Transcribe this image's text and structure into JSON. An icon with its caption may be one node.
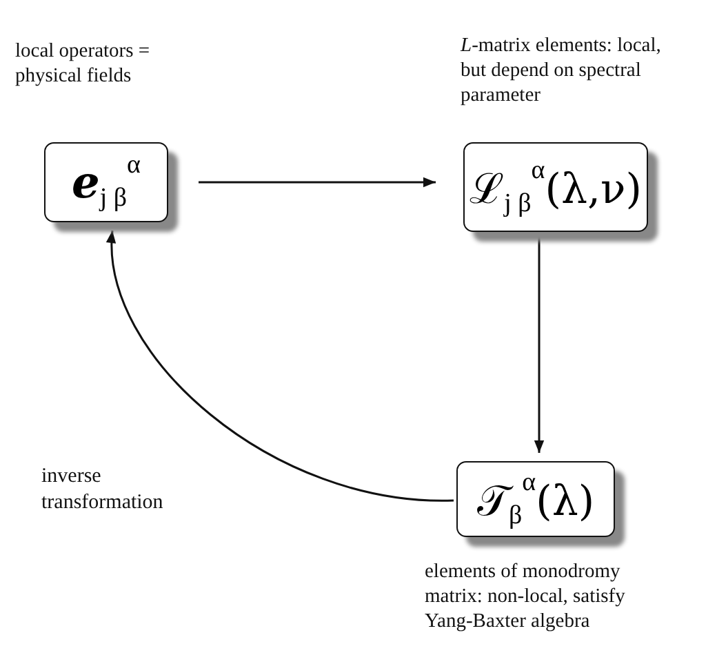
{
  "diagram": {
    "nodes": [
      {
        "text": [
          "**e**$_{j β}$$^{α}$"
        ],
        "beside": [
          "local operators = physical fields"
        ]
      },
      {
        "text": [
          "ℒ$_{j β}$$^{α}$(λ,ν)"
        ],
        "beside": [
          "*L*-matrix elements: local, but depend on spectral parameter"
        ]
      },
      {
        "text": [
          "𝒯$_{β}$$^{α}$(λ)"
        ],
        "beside": [
          "elements of monodromy matrix: non-local, satisfy Yang-Baxter algebra"
        ]
      }
    ],
    "edges": [
      {
        "from": 0,
        "to": 1,
        "arrow": "to"
      },
      {
        "from": 1,
        "to": 2,
        "arrow": "to"
      },
      {
        "from": 2,
        "to": 0,
        "arrow": "to",
        "label": "inverse transformation"
      }
    ]
  }
}
